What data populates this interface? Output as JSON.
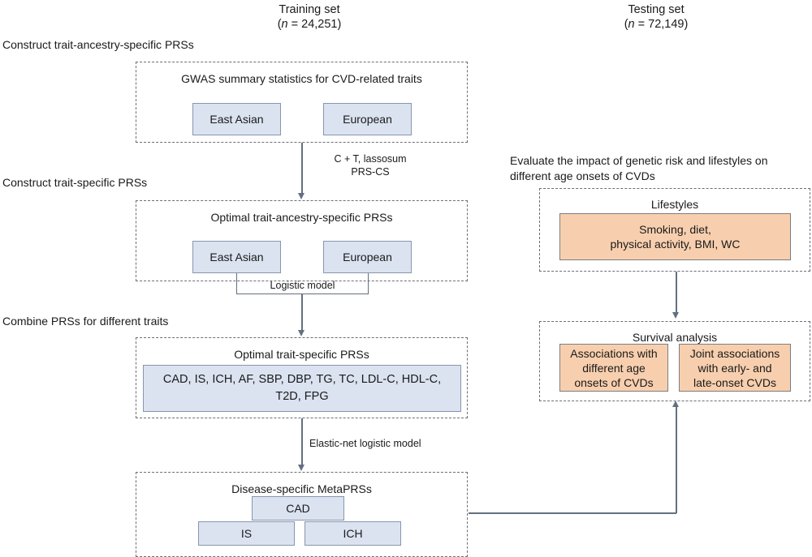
{
  "columns": {
    "training": {
      "title": "Training set",
      "n_label": "(n = 24,251)",
      "n_prefix": "(",
      "n_italic": "n",
      "n_rest": " = 24,251)"
    },
    "testing": {
      "title": "Testing set",
      "n_label": "(n = 72,149)",
      "n_prefix": "(",
      "n_italic": "n",
      "n_rest": " = 72,149)"
    }
  },
  "stages": {
    "s1": "Construct trait-ancestry-specific PRSs",
    "s2": "Construct trait-specific PRSs",
    "s3": "Combine PRSs for different traits"
  },
  "right_section": {
    "title_line1": "Evaluate the impact of genetic risk and lifestyles on",
    "title_line2": "different age onsets of CVDs"
  },
  "groups": {
    "gwas": {
      "title": "GWAS summary statistics for CVD-related traits",
      "nodes": [
        {
          "label": "East Asian",
          "color": "#dbe3f1"
        },
        {
          "label": "European",
          "color": "#dbe3f1"
        }
      ]
    },
    "optimal_ancestry": {
      "title": "Optimal trait-ancestry-specific PRSs",
      "nodes": [
        {
          "label": "East Asian",
          "color": "#dbe3f1"
        },
        {
          "label": "European",
          "color": "#dbe3f1"
        }
      ]
    },
    "optimal_trait": {
      "title": "Optimal trait-specific PRSs",
      "nodes": [
        {
          "line1": "CAD, IS, ICH, AF, SBP, DBP, TG, TC, LDL-C, HDL-C,",
          "line2": "T2D, FPG",
          "color": "#dbe3f1"
        }
      ]
    },
    "metaprs": {
      "title": "Disease-specific MetaPRSs",
      "nodes": [
        {
          "label": "CAD",
          "color": "#dbe3f1"
        },
        {
          "label": "IS",
          "color": "#dbe3f1"
        },
        {
          "label": "ICH",
          "color": "#dbe3f1"
        }
      ]
    },
    "lifestyles": {
      "title": "Lifestyles",
      "nodes": [
        {
          "line1": "Smoking, diet,",
          "line2": "physical activity, BMI, WC",
          "color": "#f8cfae"
        }
      ]
    },
    "survival": {
      "title": "Survival analysis",
      "nodes": [
        {
          "line1": "Associations with",
          "line2": "different age",
          "line3": "onsets of CVDs",
          "color": "#f8cfae"
        },
        {
          "line1": "Joint associations",
          "line2": "with  early- and",
          "line3": "late-onset CVDs",
          "color": "#f8cfae"
        }
      ]
    }
  },
  "edge_labels": {
    "methods_line1": "C + T, lassosum",
    "methods_line2": "PRS-CS",
    "logistic": "Logistic model",
    "elastic": "Elastic-net logistic model"
  },
  "colors": {
    "blue_fill": "#dbe3f1",
    "blue_border": "#8796ad",
    "orange_fill": "#f8cfae",
    "orange_border": "#7d7d7d",
    "dashed_border": "#6b6f76",
    "connector": "#63707f",
    "text": "#1a1a1a"
  }
}
